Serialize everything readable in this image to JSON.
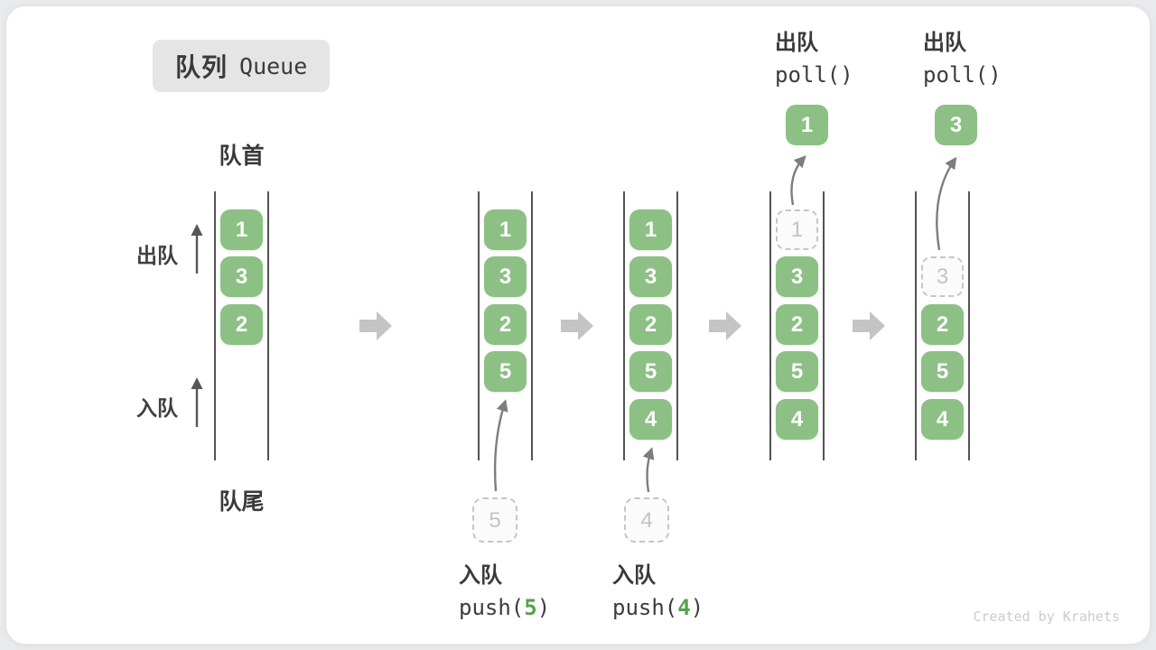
{
  "badge": {
    "zh": "队列",
    "en": "Queue"
  },
  "labels": {
    "front": "队首",
    "rear": "队尾",
    "dequeue": "出队",
    "enqueue": "入队"
  },
  "states": [
    {
      "cells": [
        "1",
        "3",
        "2"
      ]
    },
    {
      "cells": [
        "1",
        "3",
        "2",
        "5"
      ]
    },
    {
      "cells": [
        "1",
        "3",
        "2",
        "5",
        "4"
      ]
    },
    {
      "ghost": "1",
      "cells": [
        "3",
        "2",
        "5",
        "4"
      ]
    },
    {
      "ghost": "3",
      "cells": [
        "2",
        "5",
        "4"
      ]
    }
  ],
  "operations": {
    "push5": {
      "label": "入队",
      "code_pre": "push(",
      "arg": "5",
      "code_post": ")",
      "staged_value": "5"
    },
    "push4": {
      "label": "入队",
      "code_pre": "push(",
      "arg": "4",
      "code_post": ")",
      "staged_value": "4"
    },
    "poll1": {
      "label": "出队",
      "code": "poll()",
      "result": "1"
    },
    "poll3": {
      "label": "出队",
      "code": "poll()",
      "result": "3"
    }
  },
  "watermark": "Created by Krahets",
  "colors": {
    "cell_green": "#8cc084",
    "arg_green": "#57a14e",
    "block_arrow": "#c4c4c4",
    "wall_gray": "#535353",
    "text_dark": "#3a3a3a",
    "ghost_gray": "#c3c3c3",
    "watermark_gray": "#cbcbcb"
  }
}
